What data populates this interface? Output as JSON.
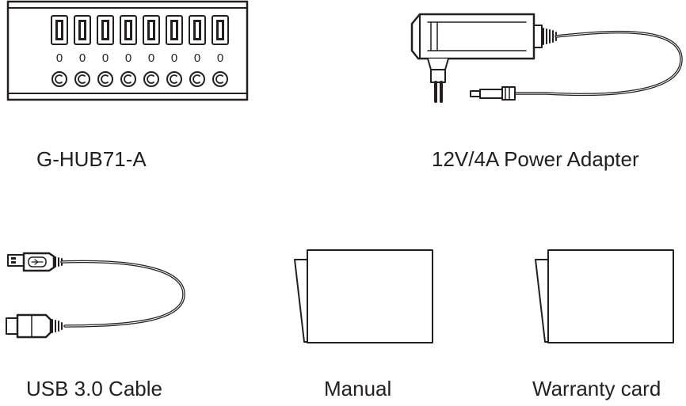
{
  "items": [
    {
      "id": "hub",
      "label": "G-HUB71-A"
    },
    {
      "id": "adapter",
      "label": "12V/4A Power Adapter"
    },
    {
      "id": "cable",
      "label": "USB 3.0 Cable"
    },
    {
      "id": "manual",
      "label": "Manual"
    },
    {
      "id": "warranty",
      "label": "Warranty card"
    }
  ],
  "hub": {
    "port_count": 8,
    "port_indicator": "0"
  },
  "colors": {
    "line": "#231f20",
    "background": "#ffffff"
  }
}
